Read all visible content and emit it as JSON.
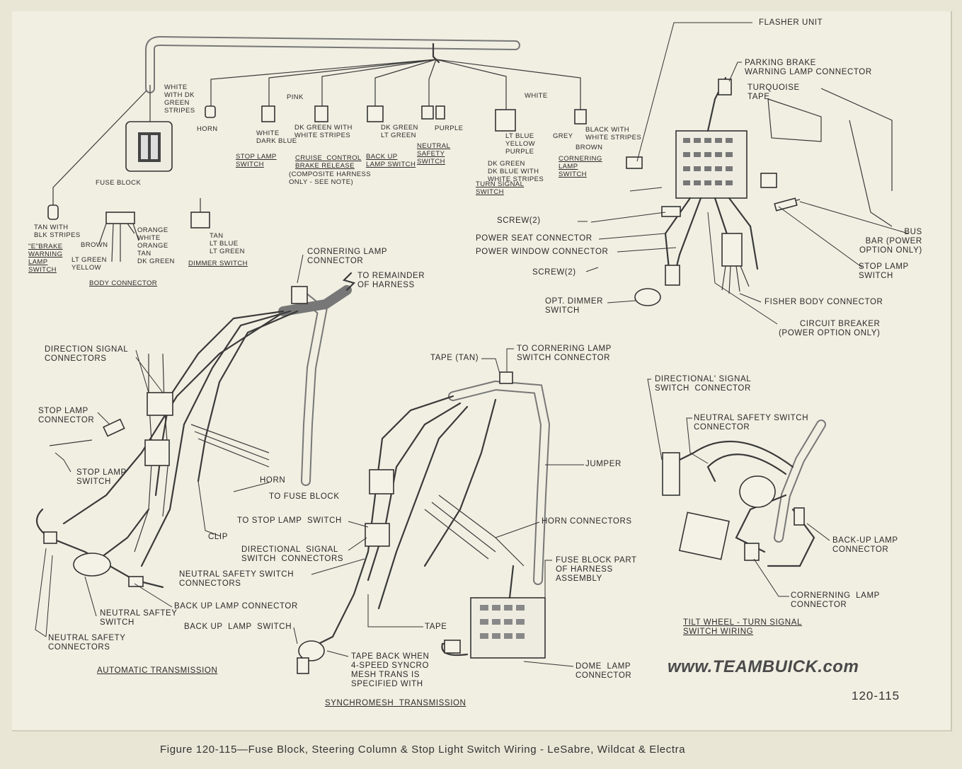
{
  "top_left": {
    "harness_color": "WHITE\nWITH DK\nGREEN\nSTRIPES",
    "horn": "HORN",
    "stop_lamp_wires": "WHITE\nDARK BLUE",
    "stop_lamp_switch": "STOP LAMP\nSWITCH",
    "pink": "PINK",
    "dk_green_white": "DK GREEN WITH\nWHITE STRIPES",
    "cruise": "CRUISE  CONTROL\nBRAKE RELEASE",
    "composite": "(COMPOSITE HARNESS\nONLY - SEE NOTE)",
    "backup_wires": "DK GREEN\nLT GREEN",
    "backup_switch": "BACK UP\nLAMP SWITCH",
    "purple": "PURPLE",
    "neutral_safety": "NEUTRAL\nSAFETY\nSWITCH",
    "white": "WHITE",
    "turn_wires_1": "LT BLUE\nYELLOW\nPURPLE",
    "turn_wires_2": "DK GREEN\nDK BLUE WITH\nWHITE STRIPES",
    "turn_signal": "TURN SIGNAL\nSWITCH",
    "grey": "GREY",
    "black_white": "BLACK WITH\nWHITE STRIPES",
    "brown_top": "BROWN",
    "cornering_lamp": "CORNERING\nLAMP\nSWITCH",
    "fuse_block": "FUSE BLOCK",
    "tan_blk": "TAN WITH\nBLK STRIPES",
    "ebrake": "\"E\"BRAKE\nWARNING\nLAMP\nSWITCH",
    "body_wires_right": "ORANGE\nWHITE\nORANGE\nTAN\nDK GREEN",
    "body_wires_left": "BROWN",
    "body_wires_left2": "LT GREEN\nYELLOW",
    "body_connector": "BODY CONNECTOR",
    "dimmer_wires": "TAN\nLT BLUE\nLT GREEN",
    "dimmer_switch": "DIMMER SWITCH"
  },
  "top_right": {
    "flasher": "FLASHER UNIT",
    "parking_brake": "PARKING BRAKE\nWARNING LAMP CONNECTOR",
    "turquoise": "TURQUOISE\nTAPE",
    "screw_top": "SCREW(2)",
    "power_seat": "POWER SEAT CONNECTOR",
    "power_window": "POWER WINDOW CONNECTOR",
    "screw_mid": "SCREW(2)",
    "opt_dimmer": "OPT. DIMMER\nSWITCH",
    "bus_bar": "BUS\nBAR (POWER\nOPTION ONLY)",
    "stop_lamp_switch": "STOP LAMP\nSWITCH",
    "fisher": "FISHER BODY CONNECTOR",
    "circuit_breaker": "CIRCUIT BREAKER\n(POWER OPTION ONLY)"
  },
  "auto": {
    "cornering_connector": "CORNERING LAMP\nCONNECTOR",
    "to_remainder": "TO REMAINDER\nOF HARNESS",
    "direction_signal": "DIRECTION SIGNAL\nCONNECTORS",
    "stop_lamp_connector": "STOP LAMP\nCONNECTOR",
    "stop_lamp_switch": "STOP LAMP\nSWITCH",
    "horn": "HORN",
    "to_fuse_block": "TO FUSE BLOCK",
    "clip": "CLIP",
    "backup_connector": "BACK UP LAMP CONNECTOR",
    "neutral_switch": "NEUTRAL SAFTEY\nSWITCH",
    "neutral_connectors": "NEUTRAL SAFETY\nCONNECTORS",
    "title": "AUTOMATIC TRANSMISSION"
  },
  "synchro": {
    "tape_tan": "TAPE (TAN)",
    "to_cornering": "TO CORNERING LAMP\nSWITCH CONNECTOR",
    "jumper": "JUMPER",
    "to_stop_lamp": "TO STOP LAMP  SWITCH",
    "directional": "DIRECTIONAL  SIGNAL\nSWITCH  CONNECTORS",
    "neutral": "NEUTRAL SAFETY SWITCH\nCONNECTORS",
    "horn_connectors": "HORN CONNECTORS",
    "fuse_part": "FUSE BLOCK PART\nOF HARNESS\nASSEMBLY",
    "backup_switch": "BACK UP  LAMP  SWITCH",
    "tape": "TAPE",
    "tape_back": "TAPE BACK WHEN\n4-SPEED SYNCRO\nMESH TRANS IS\nSPECIFIED WITH",
    "dome": "DOME  LAMP\nCONNECTOR",
    "title": "SYNCHROMESH  TRANSMISSION"
  },
  "tilt": {
    "directional": "DIRECTIONAL' SIGNAL\nSWITCH  CONNECTOR",
    "neutral": "NEUTRAL SAFETY SWITCH\nCONNECTOR",
    "backup": "BACK-UP LAMP\nCONNECTOR",
    "cornering": "CORNERNING  LAMP\nCONNECTOR",
    "title": "TILT WHEEL - TURN SIGNAL\nSWITCH WIRING"
  },
  "footer": {
    "watermark": "www.TEAMBUICK.com",
    "ref": "120-115",
    "caption": "Figure 120-115—Fuse Block, Steering Column & Stop Light Switch Wiring - LeSabre, Wildcat & Electra"
  }
}
